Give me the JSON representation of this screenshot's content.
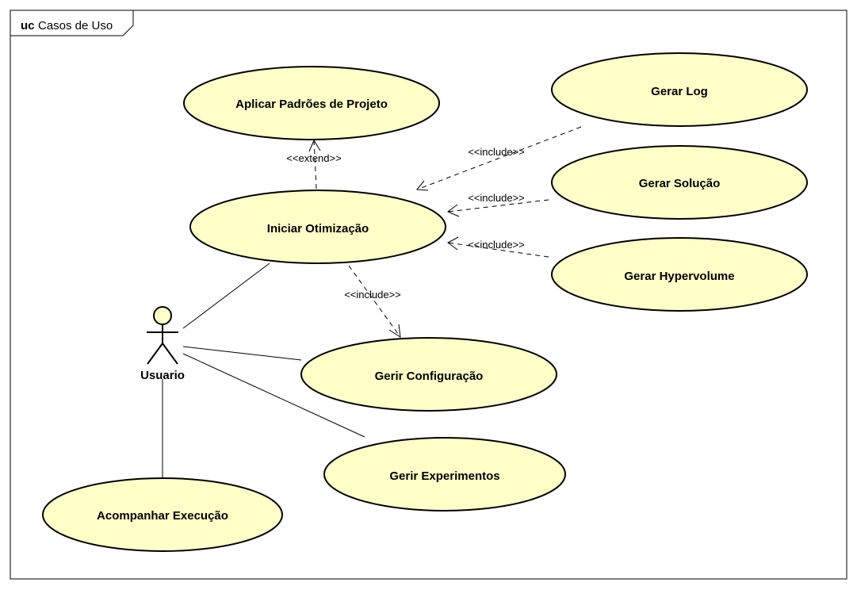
{
  "frame": {
    "keyword": "uc",
    "name": "Casos de Uso"
  },
  "actor": {
    "name": "Usuario"
  },
  "use_cases": {
    "aplicar": "Aplicar Padrões de Projeto",
    "iniciar": "Iniciar Otimização",
    "gerar_log": "Gerar Log",
    "gerar_solucao": "Gerar Solução",
    "gerar_hypervolume": "Gerar Hypervolume",
    "gerir_config": "Gerir Configuração",
    "gerir_experimentos": "Gerir Experimentos",
    "acompanhar": "Acompanhar Execução"
  },
  "relations": {
    "extend": "<<extend>>",
    "include_log": "<<include>>",
    "include_solucao": "<<include>>",
    "include_hyper": "<<include>>",
    "include_config": "<<include>>"
  },
  "colors": {
    "usecase_fill": "#ffffc8",
    "stroke": "#000000",
    "background": "#ffffff"
  }
}
